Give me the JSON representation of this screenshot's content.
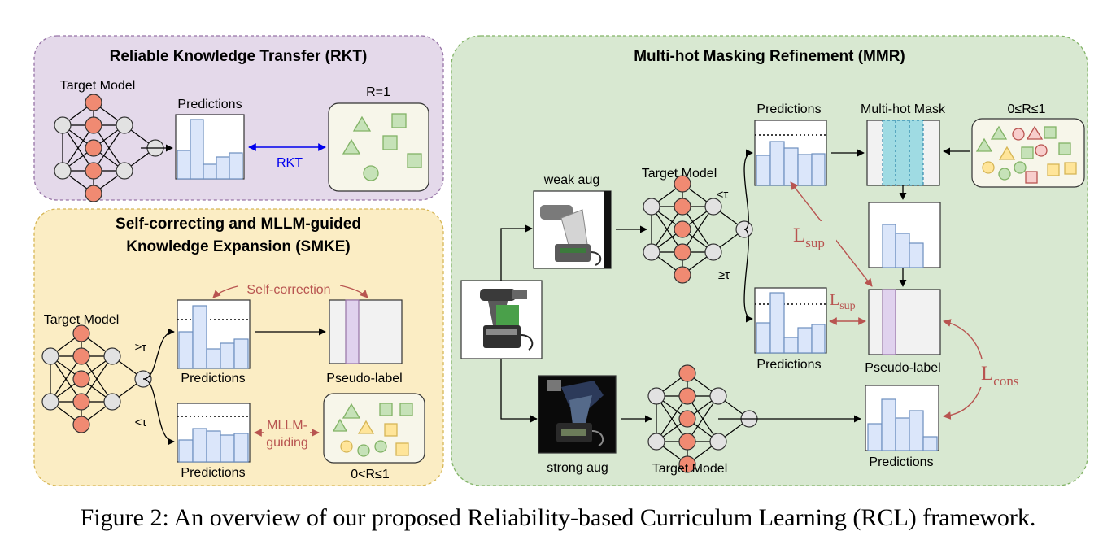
{
  "rkt": {
    "title": "Reliable Knowledge Transfer (RKT)",
    "target_model": "Target Model",
    "predictions": "Predictions",
    "arrow_label": "RKT",
    "reliability": "R=1"
  },
  "smke": {
    "title_line1": "Self-correcting and MLLM-guided",
    "title_line2": "Knowledge Expansion (SMKE)",
    "target_model": "Target Model",
    "ge_tau": "≥τ",
    "lt_tau": "<τ",
    "predictions_top": "Predictions",
    "predictions_bottom": "Predictions",
    "self_correction": "Self-correction",
    "pseudo_label": "Pseudo-label",
    "mllm_line1": "MLLM-",
    "mllm_line2": "guiding",
    "reliability": "0<R≤1"
  },
  "mmr": {
    "title": "Multi-hot Masking Refinement (MMR)",
    "weak_aug": "weak aug",
    "strong_aug": "strong aug",
    "target_model_top": "Target Model",
    "target_model_bottom": "Target Model",
    "lt_tau": "<τ",
    "ge_tau": "≥τ",
    "predictions_top": "Predictions",
    "predictions_mid": "Predictions",
    "predictions_bottom": "Predictions",
    "multi_hot_mask": "Multi-hot Mask",
    "reliability": "0≤R≤1",
    "pseudo_label": "Pseudo-label",
    "l_sup_main": "L",
    "l_sup_sub": "sup",
    "l_cons_main": "L",
    "l_cons_sub": "cons"
  },
  "caption": "Figure 2: An overview of our proposed Reliability-based Curriculum Learning (RCL) framework.",
  "colors": {
    "rkt_bg": "#e4d9ea",
    "smke_bg": "#fbedc4",
    "mmr_bg": "#d8e8d1",
    "node_orange": "#f08a72",
    "node_gray": "#e2e2e2",
    "bar_blue": "#dbe6fa",
    "bar_stroke": "#6c8ebf",
    "arrow_red": "#b85450",
    "arrow_blue": "#0000ee",
    "mask_cyan": "#9fdbe3",
    "pseudo_purple": "#e0d2ee"
  }
}
